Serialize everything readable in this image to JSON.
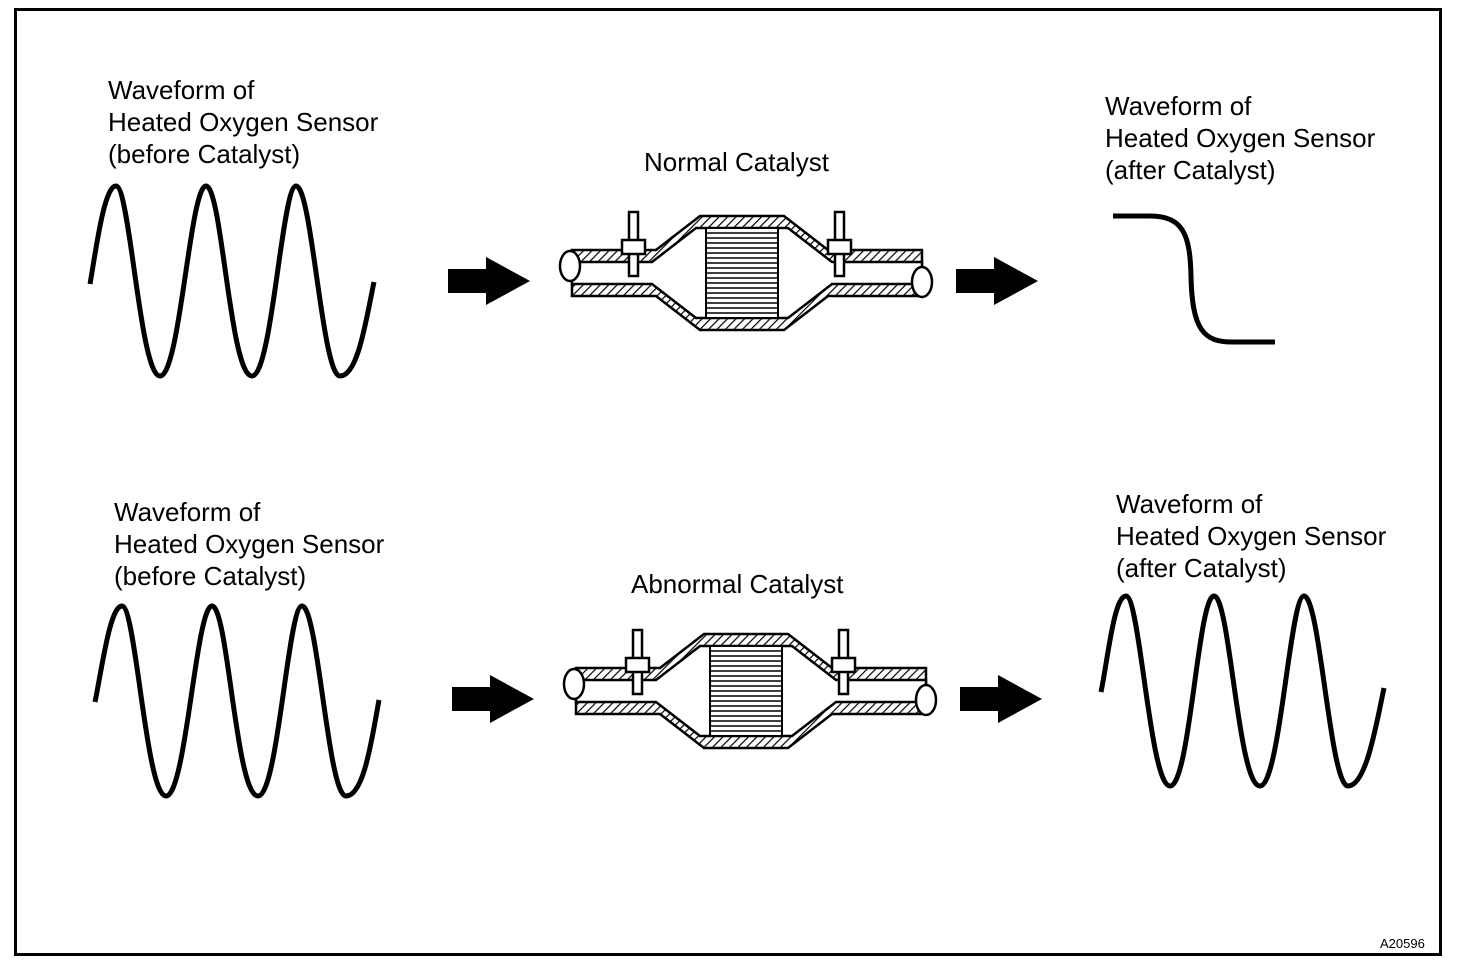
{
  "rows": [
    {
      "before": {
        "line1": "Waveform of",
        "line2": "Heated Oxygen Sensor",
        "line3": "(before Catalyst)"
      },
      "catalyst": "Normal Catalyst",
      "after": {
        "line1": "Waveform of",
        "line2": "Heated Oxygen Sensor",
        "line3": "(after Catalyst)"
      }
    },
    {
      "before": {
        "line1": "Waveform of",
        "line2": "Heated Oxygen Sensor",
        "line3": "(before Catalyst)"
      },
      "catalyst": "Abnormal Catalyst",
      "after": {
        "line1": "Waveform of",
        "line2": "Heated Oxygen Sensor",
        "line3": "(after Catalyst)"
      }
    }
  ],
  "figure_code": "A20596"
}
